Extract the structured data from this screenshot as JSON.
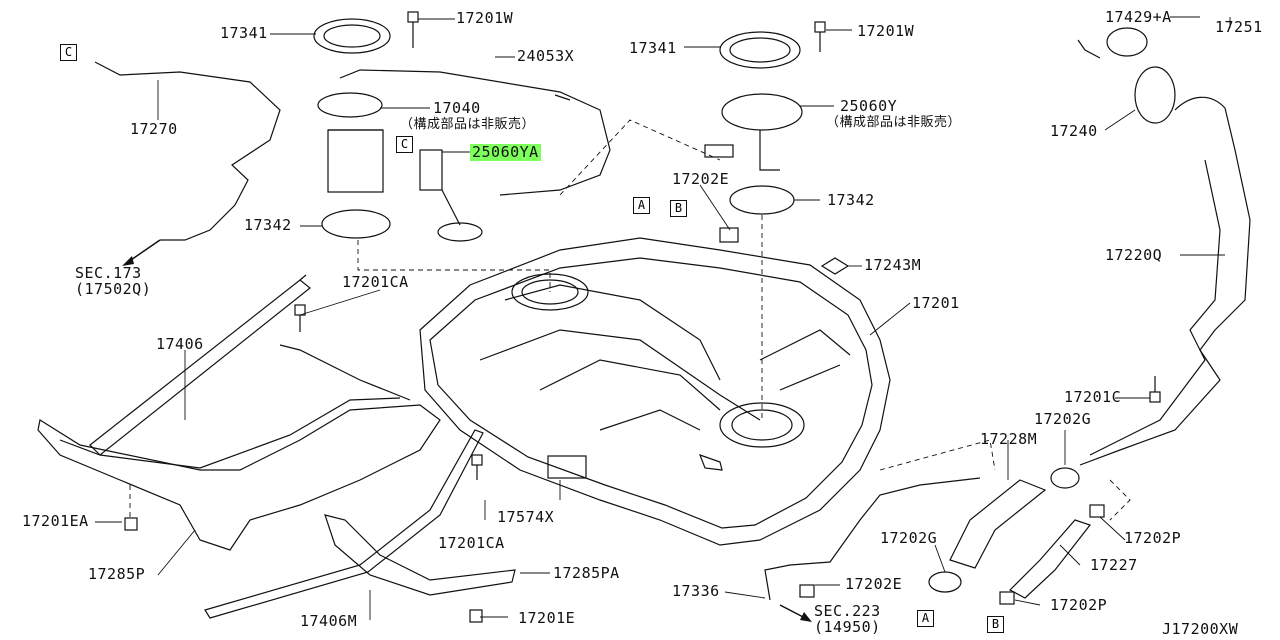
{
  "diagram": {
    "code": "J17200XW",
    "parts": {
      "p17341_left": "17341",
      "p17201W_left": "17201W",
      "p24053X": "24053X",
      "p17270": "17270",
      "p17040": "17040",
      "p17040_note": "（構成部品は非販売）",
      "p25060YA": "25060YA",
      "p17342_left": "17342",
      "sec173": "SEC.173",
      "sec173_ref": "(17502Q)",
      "p17201CA_top": "17201CA",
      "p17406": "17406",
      "p17201EA": "17201EA",
      "p17285P": "17285P",
      "p17406M": "17406M",
      "p17201CA_bottom": "17201CA",
      "p17574X": "17574X",
      "p17285PA": "17285PA",
      "p17201E": "17201E",
      "p17341_center": "17341",
      "p17201W_center": "17201W",
      "p25060Y": "25060Y",
      "p25060Y_note": "（構成部品は非販売）",
      "p17202E_top": "17202E",
      "p17342_right": "17342",
      "p17243M": "17243M",
      "p17201": "17201",
      "p17429A": "17429+A",
      "p17251": "17251",
      "p17240": "17240",
      "p17220Q": "17220Q",
      "p17201C": "17201C",
      "p17202G_right": "17202G",
      "p17228M": "17228M",
      "p17202P_upper": "17202P",
      "p17227": "17227",
      "p17202P_lower": "17202P",
      "p17202G_lower": "17202G",
      "p17336": "17336",
      "p17202E_bottom": "17202E",
      "sec223": "SEC.223",
      "sec223_ref": "(14950)"
    },
    "ref_boxes": {
      "c_left": "C",
      "c_pump": "C",
      "a_tank": "A",
      "b_tank": "B",
      "a_bottom": "A",
      "b_bottom": "B"
    },
    "highlight_color": "#7dff5c"
  }
}
